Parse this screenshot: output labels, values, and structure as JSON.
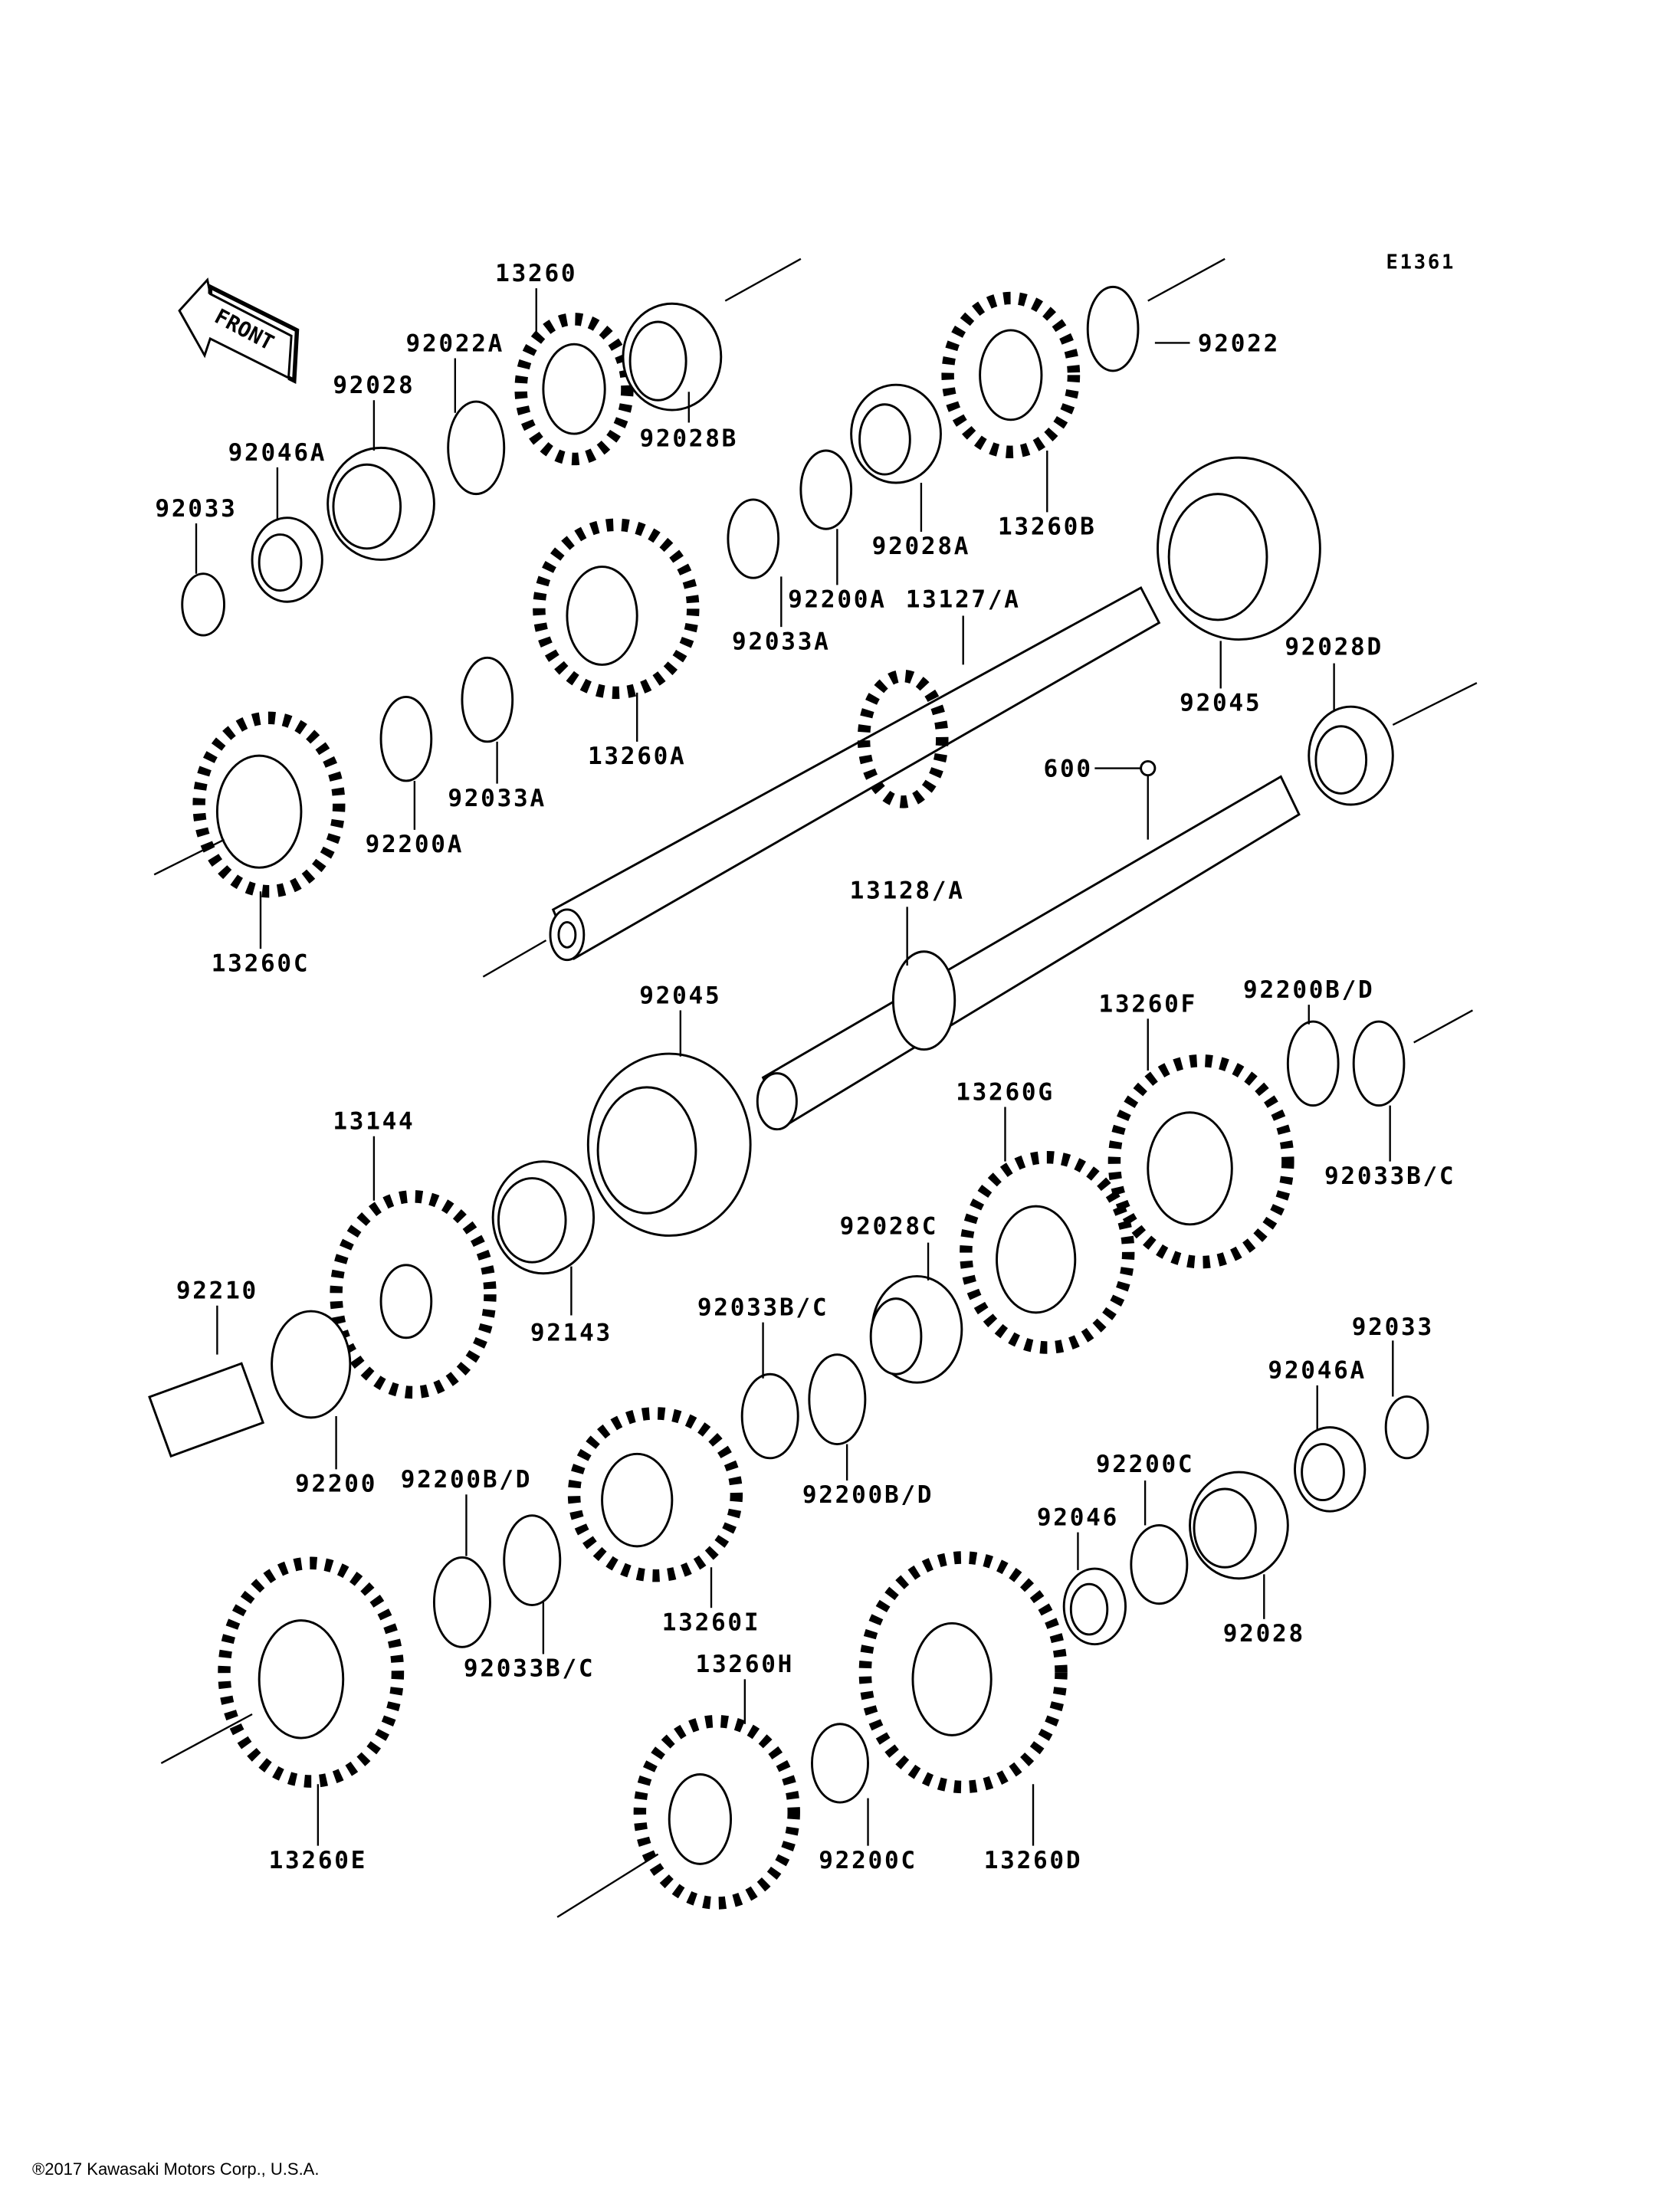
{
  "diagram_code": "E1361",
  "front_arrow": "FRONT",
  "labels": {
    "p13260": "13260",
    "p92022A": "92022A",
    "p92028_top": "92028",
    "p92046A_top": "92046A",
    "p92033_top": "92033",
    "p92028B": "92028B",
    "p92022": "92022",
    "p92028A": "92028A",
    "p13260B": "13260B",
    "p92200A_top": "92200A",
    "p13127A": "13127/A",
    "p92033A_top": "92033A",
    "p92028D": "92028D",
    "p92045_top": "92045",
    "p13260A": "13260A",
    "p92033A_mid": "92033A",
    "p92200A_mid": "92200A",
    "p600": "600",
    "p13260C": "13260C",
    "p13128A": "13128/A",
    "p92045_mid": "92045",
    "p13260F": "13260F",
    "p92200BD_right": "92200B/D",
    "p13260G": "13260G",
    "p13144": "13144",
    "p92033BC_right": "92033B/C",
    "p92028C": "92028C",
    "p92033BC_mid": "92033B/C",
    "p92210": "92210",
    "p92143": "92143",
    "p92033_right": "92033",
    "p92046A_right": "92046A",
    "p92200": "92200",
    "p92200BD_left": "92200B/D",
    "p92200BD_mid": "92200B/D",
    "p92200C_right": "92200C",
    "p92046": "92046",
    "p13260I": "13260I",
    "p92028_right": "92028",
    "p92033BC_left": "92033B/C",
    "p13260H": "13260H",
    "p13260E": "13260E",
    "p92200C_bottom": "92200C",
    "p13260D": "13260D"
  },
  "copyright": "®2017 Kawasaki Motors Corp., U.S.A."
}
